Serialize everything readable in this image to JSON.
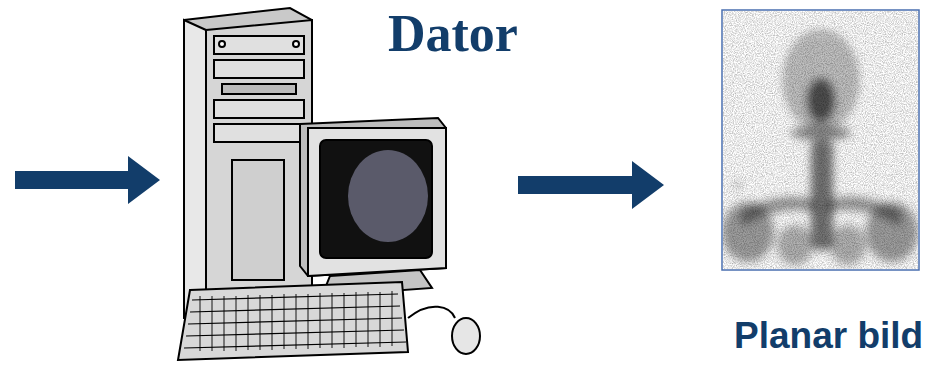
{
  "diagram": {
    "nodes": [
      {
        "text": [
          "Dator"
        ]
      },
      {
        "text": [
          "Planar bild"
        ]
      }
    ],
    "edges": [
      {
        "from": 0,
        "to": 1,
        "arrow": "to"
      }
    ]
  }
}
